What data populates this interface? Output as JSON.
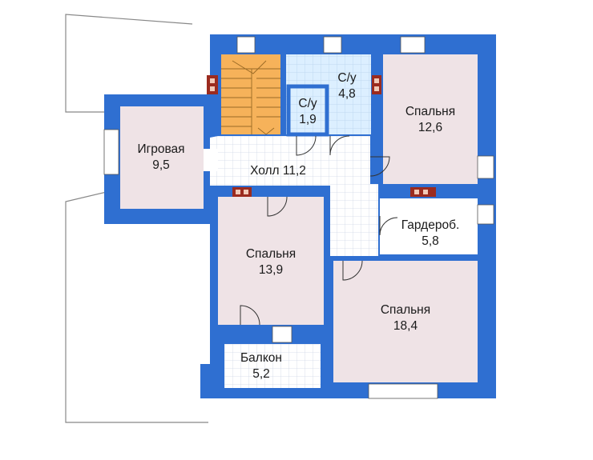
{
  "rooms": [
    {
      "id": "igrovaya",
      "name": "Игровая",
      "area": "9,5"
    },
    {
      "id": "su-large",
      "name": "С/у",
      "area": "4,8"
    },
    {
      "id": "su-small",
      "name": "С/у",
      "area": "1,9"
    },
    {
      "id": "spalnya-1",
      "name": "Спальня",
      "area": "12,6"
    },
    {
      "id": "holl",
      "name": "Холл 11,2"
    },
    {
      "id": "spalnya-2",
      "name": "Спальня",
      "area": "13,9"
    },
    {
      "id": "garderob",
      "name": "Гардероб.",
      "area": "5,8"
    },
    {
      "id": "spalnya-3",
      "name": "Спальня",
      "area": "18,4"
    },
    {
      "id": "balkon",
      "name": "Балкон",
      "area": "5,2"
    }
  ],
  "colors": {
    "wall": "#2f6fd1",
    "bedroom": "#efe3e6",
    "hall": "#ffffff",
    "bathroom": "#dcefff",
    "stair": "#f6b25a",
    "chimney": "#9b2b1f",
    "outline": "#888888"
  }
}
